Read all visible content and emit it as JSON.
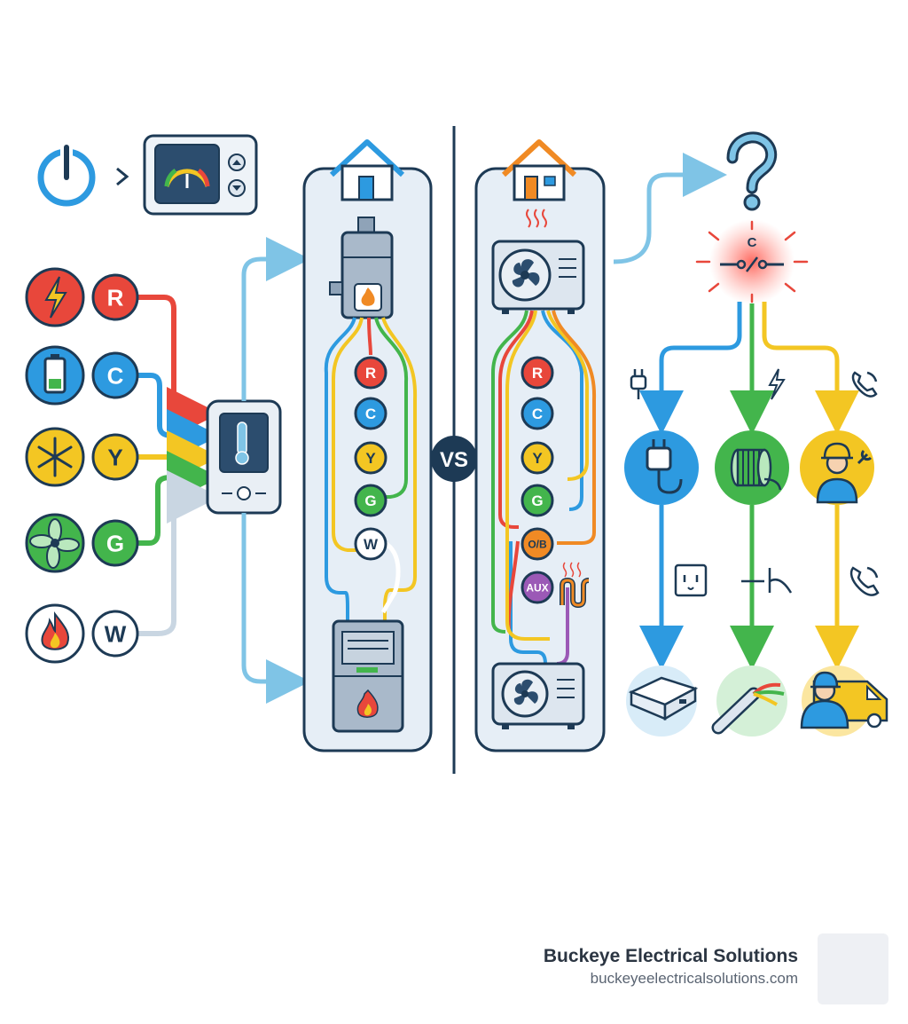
{
  "wires": {
    "r": {
      "label": "R",
      "color": "#e8473b"
    },
    "c": {
      "label": "C",
      "color": "#2d9ae0"
    },
    "y": {
      "label": "Y",
      "color": "#f3c623"
    },
    "g": {
      "label": "G",
      "color": "#43b54c"
    },
    "w": {
      "label": "W",
      "color": "#ffffff"
    }
  },
  "furnace_terminals": [
    "R",
    "C",
    "Y",
    "G",
    "W"
  ],
  "heatpump_terminals": [
    "R",
    "C",
    "Y",
    "G",
    "O/B",
    "AUX"
  ],
  "divider_label": "VS",
  "missing_c_label": "C",
  "brand": {
    "name": "Buckeye Electrical Solutions",
    "url": "buckeyeelectricalsolutions.com"
  },
  "colors": {
    "navy": "#1d3a55",
    "panel_bg": "#e6eef6",
    "light_blue": "#7fc4e6",
    "purple": "#9b59b6",
    "orange": "#f08a24"
  }
}
